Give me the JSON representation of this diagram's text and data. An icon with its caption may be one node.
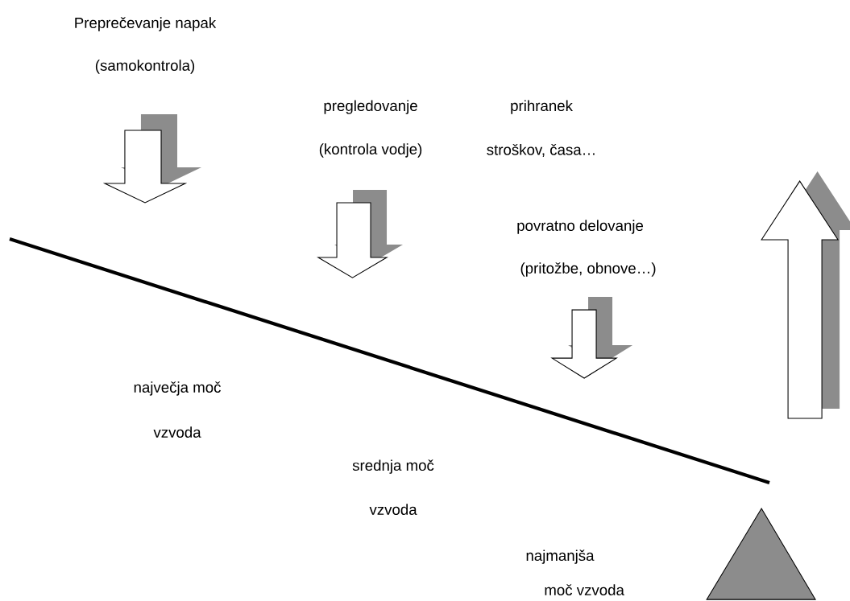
{
  "diagram": {
    "labels": [
      "Preprečevanje napak",
      "(samokontrola)",
      "pregledovanje",
      "(kontrola vodje)",
      "prihranek",
      "stroškov, časa…",
      "povratno delovanje",
      "(pritožbe, obnove…)",
      "največja moč",
      "vzvoda",
      "srednja moč",
      "vzvoda",
      "najmanjša",
      "moč vzvoda"
    ]
  }
}
